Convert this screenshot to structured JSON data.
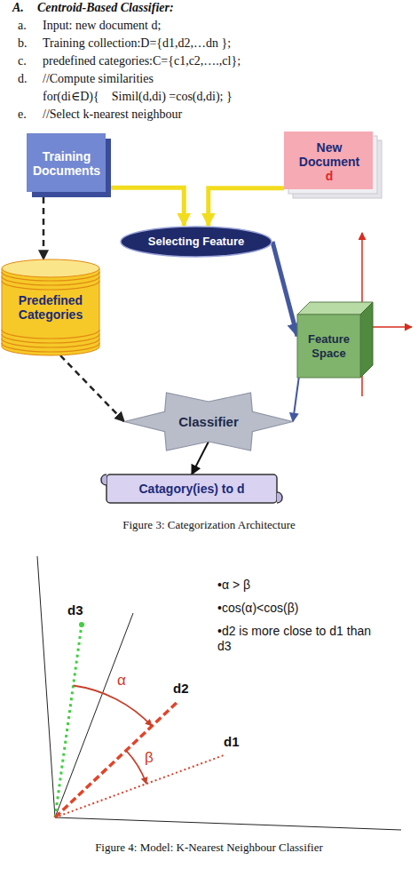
{
  "diagram": {
    "nodes": [
      {
        "text": [
          "Training Documents"
        ]
      },
      {
        "text": [
          "New Document",
          "d"
        ]
      },
      {
        "text": [
          "Selecting Feature"
        ]
      },
      {
        "text": [
          "Predefined Categories"
        ]
      },
      {
        "text": [
          "Feature Space"
        ]
      },
      {
        "text": [
          "Classifier"
        ]
      },
      {
        "text": [
          "Catagory(ies) to d"
        ]
      }
    ],
    "edges": [
      {
        "from": 0,
        "to": 2,
        "arrow": "to"
      },
      {
        "from": 1,
        "to": 2,
        "arrow": "to"
      },
      {
        "from": 0,
        "to": 3,
        "arrow": "to"
      },
      {
        "from": 2,
        "to": 4,
        "arrow": "to"
      },
      {
        "from": 3,
        "to": 5,
        "arrow": "to"
      },
      {
        "from": 4,
        "to": 5,
        "arrow": "to"
      },
      {
        "from": 5,
        "to": 6,
        "arrow": "to"
      }
    ],
    "labels": [
      "A.",
      "Centroid-Based Classifier:",
      "a.",
      "Input: new document d;",
      "b.",
      "Training collection:D={d1,d2,…dn };",
      "c.",
      "predefined categories:C={c1,c2,….,cl};",
      "d.",
      "//Compute similarities",
      "for(di∈D){    Simil(d,di) =cos(d,di); }",
      "e.",
      "//Select k-nearest neighbour",
      "Figure 3: Categorization Architecture",
      "d3",
      "d2",
      "d1",
      "α",
      "β",
      "•α > β",
      "•cos(α)<cos(β)",
      "•d2 is more close to d1 than d3",
      "Figure 4: Model: K-Nearest Neighbour Classifier"
    ]
  }
}
